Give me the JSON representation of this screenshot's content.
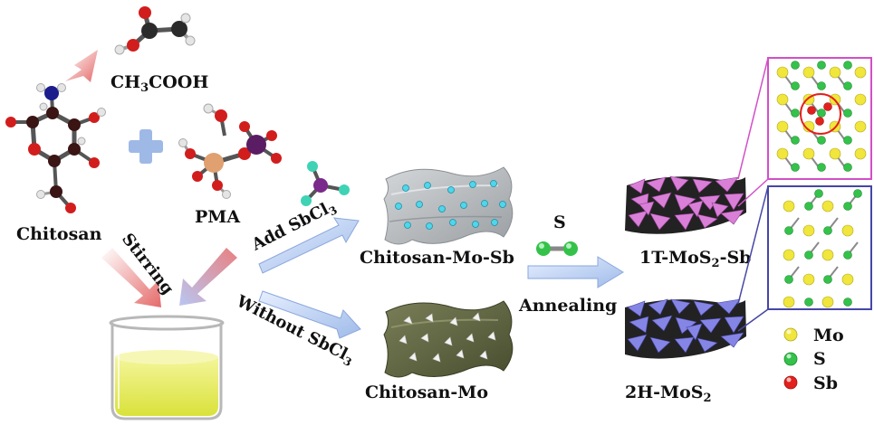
{
  "labels": {
    "acid": "CH3COOH",
    "chitosan": "Chitosan",
    "pma": "PMA",
    "stirring": "Stirring",
    "add_sbcl3": "Add SbCl3",
    "without_sbcl3": "Without SbCl3",
    "chitosan_mo_sb": "Chitosan-Mo-Sb",
    "chitosan_mo": "Chitosan-Mo",
    "sulfur": "S",
    "annealing": "Annealing",
    "mos2_1t_sb": "1T-MoS2-Sb",
    "mos2_2h": "2H-MoS2"
  },
  "legend": [
    {
      "symbol": "Mo",
      "color": "#f0e63c"
    },
    {
      "symbol": "S",
      "color": "#34c24a"
    },
    {
      "symbol": "Sb",
      "color": "#e3201c"
    }
  ],
  "colors": {
    "arrow_blue": "#b8cdef",
    "mos2_1t": "#d97fd8",
    "mos2_2h": "#8585e6",
    "chitosan_sheet": "#5c6140",
    "sb_sheet": "#b4b8bb",
    "box_1t": "#d24fc7",
    "box_2h": "#4646a6"
  }
}
